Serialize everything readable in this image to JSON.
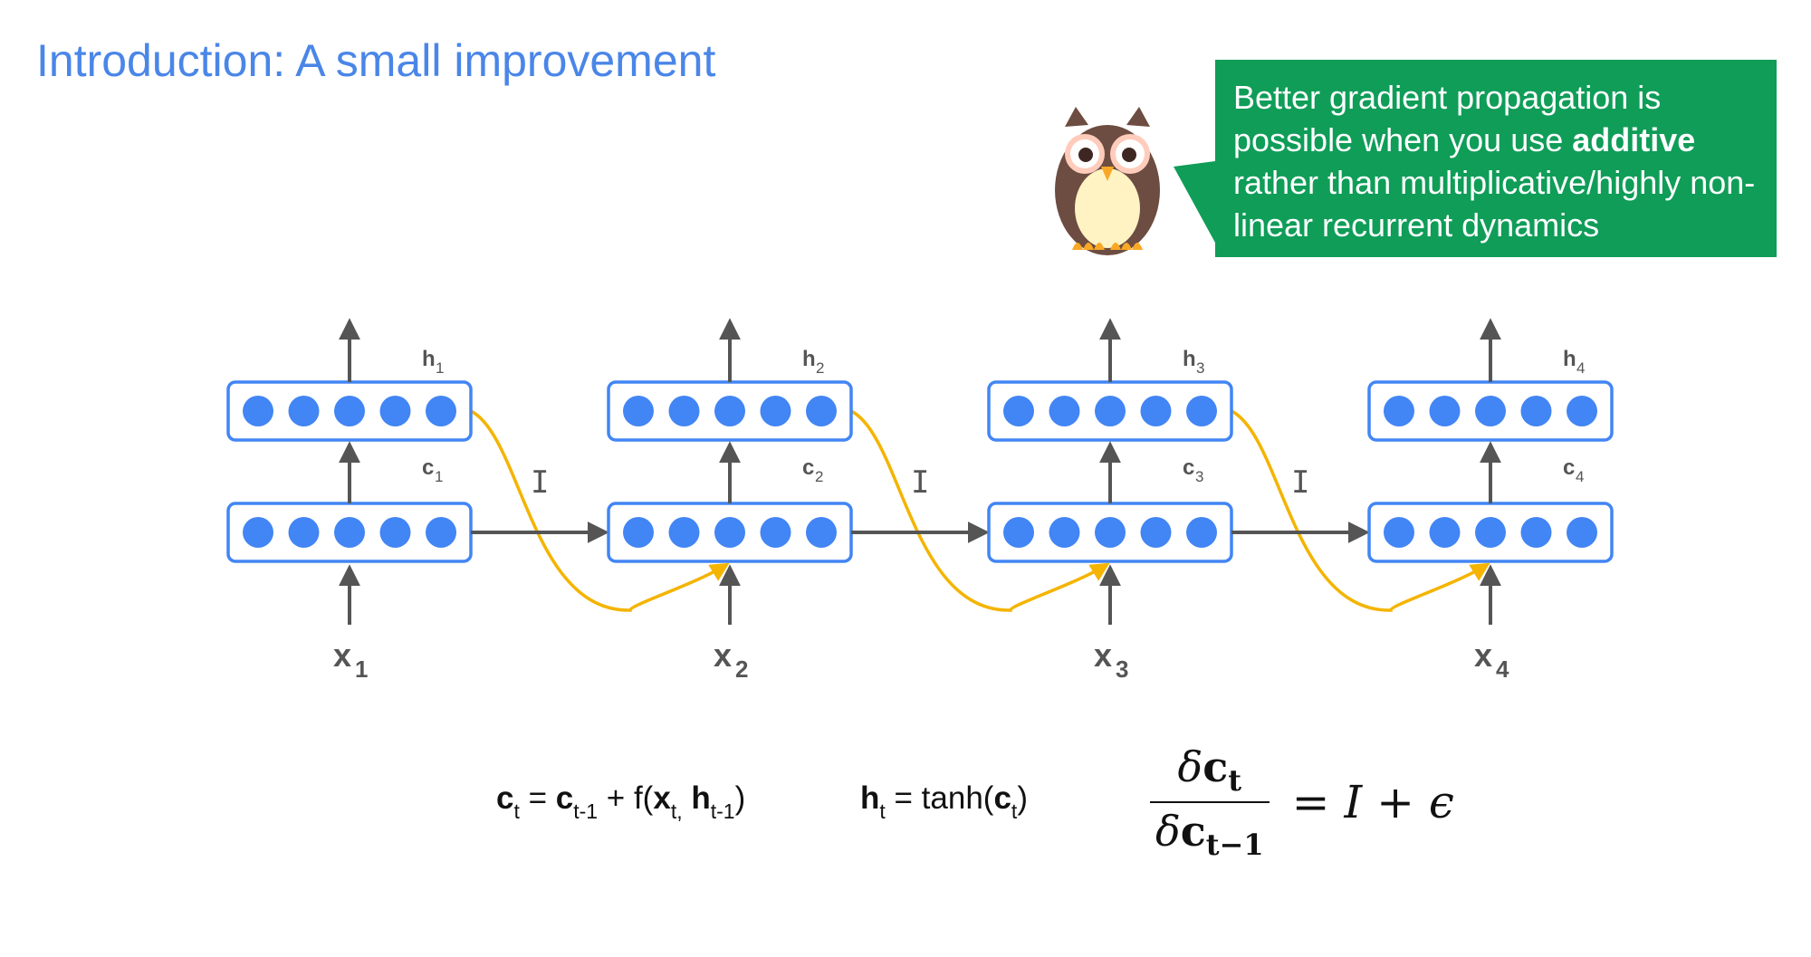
{
  "slide": {
    "title": "Introduction: A small improvement"
  },
  "callout": {
    "text_before": "Better gradient propagation is possible when you use ",
    "bold": "additive",
    "text_after": " rather than multiplicative/highly non-linear recurrent dynamics",
    "color": "#0f9d58"
  },
  "owl": {
    "icon": "owl-icon"
  },
  "diagram": {
    "colors": {
      "node": "#4285f4",
      "arrow": "#555555",
      "curve": "#f4b400"
    },
    "units_per_layer": 5,
    "timesteps": [
      {
        "h": "h",
        "h_sub": "1",
        "c": "c",
        "c_sub": "1",
        "x": "x",
        "x_sub": "1"
      },
      {
        "h": "h",
        "h_sub": "2",
        "c": "c",
        "c_sub": "2",
        "x": "x",
        "x_sub": "2"
      },
      {
        "h": "h",
        "h_sub": "3",
        "c": "c",
        "c_sub": "3",
        "x": "x",
        "x_sub": "3"
      },
      {
        "h": "h",
        "h_sub": "4",
        "c": "c",
        "c_sub": "4",
        "x": "x",
        "x_sub": "4"
      }
    ],
    "identity_label": "I"
  },
  "equations": {
    "cell": {
      "c": "c",
      "t": "t",
      "eq": " = ",
      "c2": "c",
      "tm1": "t-1",
      "plus_f": " + f(",
      "x": "x",
      "t_comma": "t,",
      "space": " ",
      "h": "h",
      "tm1b": "t-1",
      "close": ")"
    },
    "hidden": {
      "h": "h",
      "t": "t",
      "eq": " = tanh(",
      "c": "c",
      "t2": "t",
      "close": ")"
    },
    "gradient": {
      "num_delta": "δ",
      "num_c": "c",
      "num_sub": "t",
      "den_delta": "δ",
      "den_c": "c",
      "den_sub": "t−1",
      "rhs": "= I + ϵ"
    }
  }
}
